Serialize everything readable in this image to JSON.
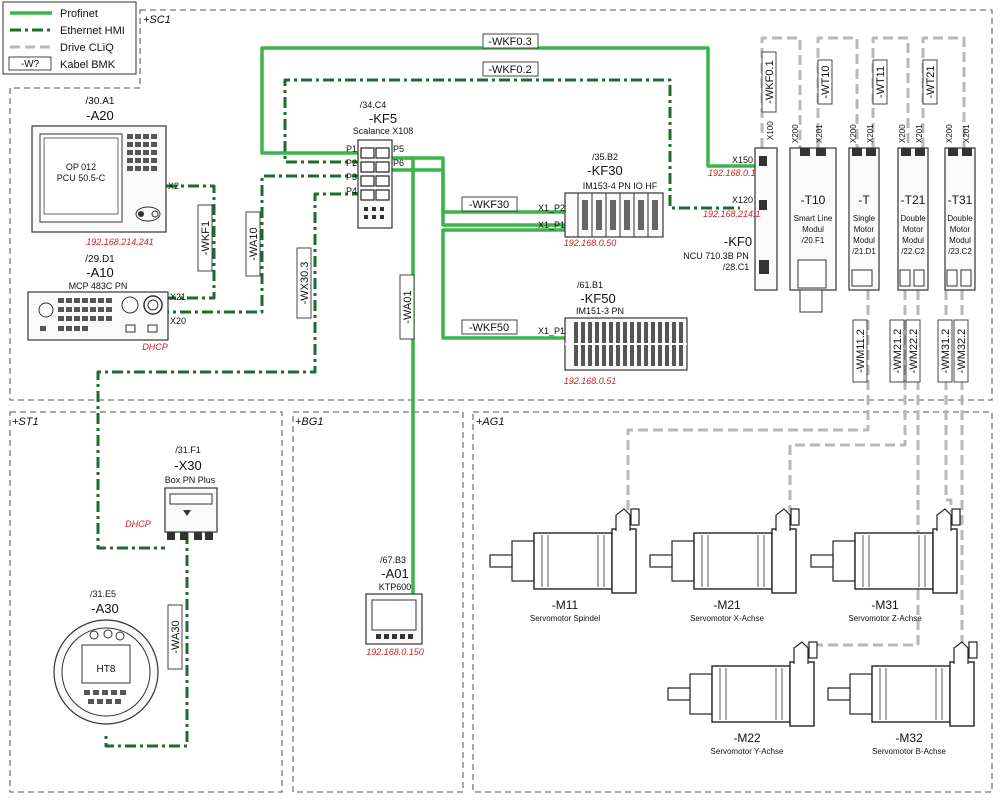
{
  "legend": {
    "items": [
      {
        "label": "Profinet",
        "style": "pn"
      },
      {
        "label": "Ethernet HMI",
        "style": "eth"
      },
      {
        "label": "Drive CLiQ",
        "style": "dq"
      }
    ],
    "bmk_box": "-W?",
    "bmk_label": "Kabel BMK"
  },
  "areas": {
    "sc1": "+SC1",
    "st1": "+ST1",
    "bg1": "+BG1",
    "ag1": "+AG1"
  },
  "devices": {
    "a20": {
      "ref": "/30.A1",
      "bmk": "-A20",
      "line1": "OP 012",
      "line2": "PCU 50.5-C",
      "port": "X2",
      "ip": "192.168.214.241"
    },
    "a10": {
      "ref": "/29.D1",
      "bmk": "-A10",
      "type": "MCP 483C PN",
      "port_a": "X21",
      "port_b": "X20",
      "ip": "DHCP"
    },
    "kf5": {
      "ref": "/34.C4",
      "bmk": "-KF5",
      "type": "Scalance X108",
      "ports": [
        "P1",
        "P2",
        "P3",
        "P4",
        "P5",
        "P6"
      ]
    },
    "kf30": {
      "ref": "/35.B2",
      "bmk": "-KF30",
      "type": "IM153-4 PN IO HF",
      "port_a": "X1_P2",
      "port_b": "X1_P1",
      "ip": "192.168.0.50"
    },
    "kf50": {
      "ref": "/61.B1",
      "bmk": "-KF50",
      "type": "IM151-3 PN",
      "port": "X1_P1",
      "ip": "192.168.0.51"
    },
    "kf0": {
      "bmk": "-KF0",
      "type": "NCU 710.3B PN",
      "ref": "/28.C1",
      "port_x150": "X150",
      "ip_x150": "192.168.0.1",
      "port_x120": "X120",
      "ip_x120": "192.168.214.1",
      "port_x100": "X100"
    },
    "t10": {
      "bmk": "-T10",
      "l1": "Smart Line",
      "l2": "Modul",
      "ref": "/20.F1",
      "pa": "X200",
      "pb": "X201"
    },
    "t": {
      "bmk": "-T",
      "l1": "Single",
      "l2": "Motor",
      "l3": "Modul",
      "ref": "/21.D1",
      "pa": "X200",
      "pb": "X201"
    },
    "t21": {
      "bmk": "-T21",
      "l1": "Double",
      "l2": "Motor",
      "l3": "Modul",
      "ref": "/22.C2",
      "pa": "X200",
      "pb": "X201"
    },
    "t31": {
      "bmk": "-T31",
      "l1": "Double",
      "l2": "Motor",
      "l3": "Modul",
      "ref": "/23.C2",
      "pa": "X200",
      "pb": "X201"
    },
    "x30": {
      "ref": "/31.F1",
      "bmk": "-X30",
      "type": "Box PN Plus",
      "ip": "DHCP"
    },
    "a30": {
      "ref": "/31.E5",
      "bmk": "-A30",
      "type": "HT8"
    },
    "a01": {
      "ref": "/67.B3",
      "bmk": "-A01",
      "type": "KTP600",
      "ip": "192.168.0.150"
    }
  },
  "motors": [
    {
      "bmk": "-M11",
      "desc": "Servomotor Spindel"
    },
    {
      "bmk": "-M21",
      "desc": "Servomotor X-Achse"
    },
    {
      "bmk": "-M31",
      "desc": "Servomotor Z-Achse"
    },
    {
      "bmk": "-M22",
      "desc": "Servomotor Y-Achse"
    },
    {
      "bmk": "-M32",
      "desc": "Servomotor B-Achse"
    }
  ],
  "cables": {
    "wkf03": "-WKF0.3",
    "wkf02": "-WKF0.2",
    "wkf30": "-WKF30",
    "wkf50": "-WKF50",
    "wkf1": "-WKF1",
    "wa10": "-WA10",
    "wx303": "-WX30.3",
    "wa01": "-WA01",
    "wa30": "-WA30",
    "wkf01": "-WKF0.1",
    "wt10": "-WT10",
    "wt11": "-WT11",
    "wt21": "-WT21",
    "wm112": "-WM11.2",
    "wm212": "-WM21.2",
    "wm222": "-WM22.2",
    "wm312": "-WM31.2",
    "wm322": "-WM32.2"
  },
  "colors": {
    "profinet": "#3cb44b",
    "ethernet_hmi": "#1e6b2c",
    "drive_cliq": "#b8b8b8",
    "ip_text": "#d42020"
  }
}
